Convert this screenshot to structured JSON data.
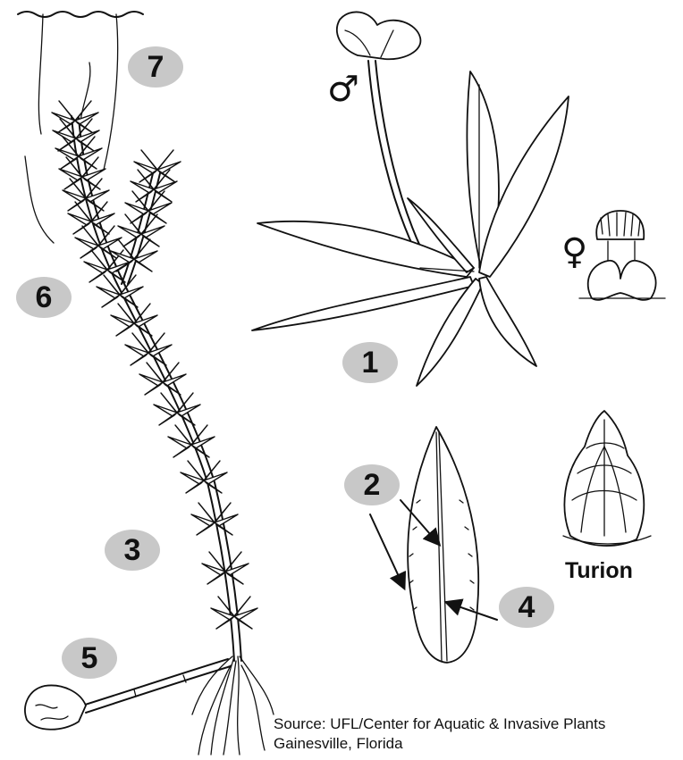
{
  "labels": {
    "l1": "1",
    "l2": "2",
    "l3": "3",
    "l4": "4",
    "l5": "5",
    "l6": "6",
    "l7": "7"
  },
  "symbols": {
    "male": "♂",
    "female": "♀"
  },
  "turion_label": "Turion",
  "source": {
    "line1": "Source: UFL/Center for Aquatic & Invasive Plants",
    "line2": "Gainesville, Florida"
  }
}
